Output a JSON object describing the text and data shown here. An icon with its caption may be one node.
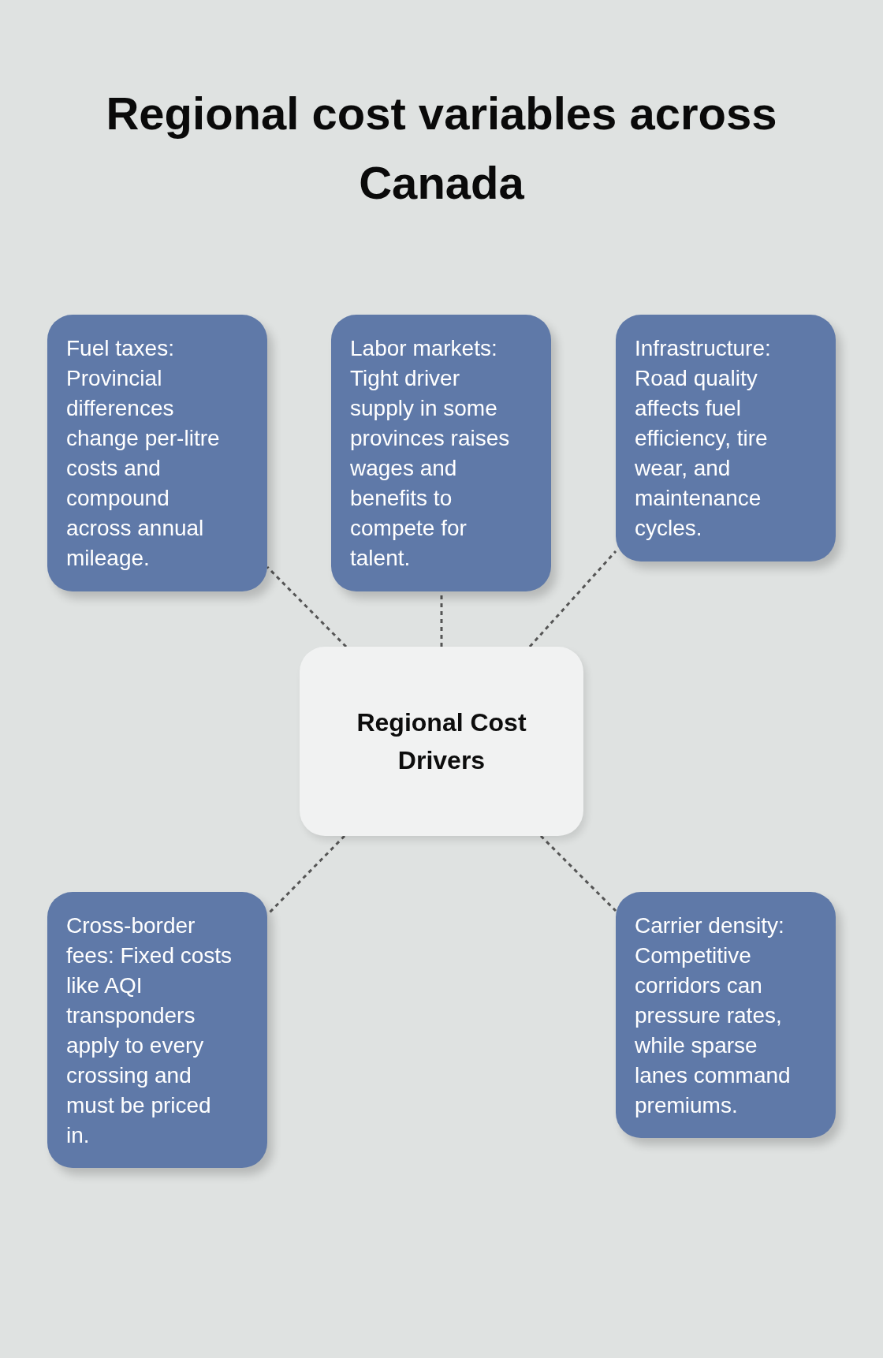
{
  "diagram": {
    "title": "Regional cost variables across Canada",
    "nodes": [
      {
        "text": [
          "Fuel taxes: Provincial differences change per-litre costs and compound across annual mileage."
        ]
      },
      {
        "text": [
          "Labor markets: Tight driver supply in some provinces raises wages and benefits to compete for talent."
        ]
      },
      {
        "text": [
          "Infrastructure: Road quality affects fuel efficiency, tire wear, and maintenance cycles."
        ]
      },
      {
        "text": [
          "Regional Cost Drivers"
        ]
      },
      {
        "text": [
          "Cross-border fees: Fixed costs like AQI transponders apply to every crossing and must be priced in."
        ]
      },
      {
        "text": [
          "Carrier density: Competitive corridors can pressure rates, while sparse lanes command premiums."
        ]
      }
    ],
    "edges": [
      {
        "from": 3,
        "to": 0,
        "arrow": "none",
        "style": "dashed"
      },
      {
        "from": 3,
        "to": 1,
        "arrow": "none",
        "style": "dashed"
      },
      {
        "from": 3,
        "to": 2,
        "arrow": "none",
        "style": "dashed"
      },
      {
        "from": 3,
        "to": 4,
        "arrow": "none",
        "style": "dashed"
      },
      {
        "from": 3,
        "to": 5,
        "arrow": "none",
        "style": "dashed"
      }
    ]
  }
}
